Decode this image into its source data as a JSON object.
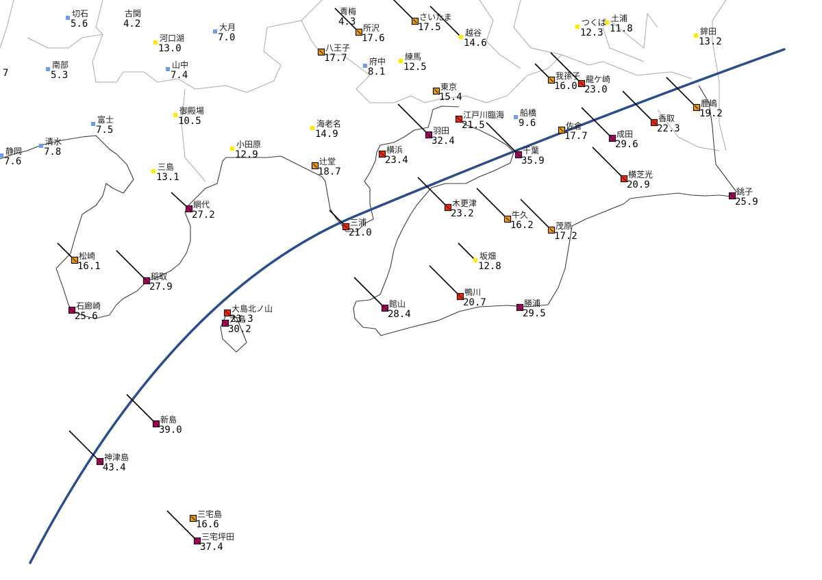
{
  "colors": {
    "band1": "#6f9bea",
    "band2": "#ffeb00",
    "band3": "#f5a000",
    "band4": "#ff2800",
    "band5": "#b40068",
    "coast": "#3a3a3a",
    "boundary": "#a8a8a8",
    "wind": "#000000",
    "track": "#2a4d8c"
  },
  "stations": [
    {
      "name": "切石",
      "value": "5.6",
      "band": 1
    },
    {
      "name": "古関",
      "value": "4.2",
      "band": 0
    },
    {
      "name": "大月",
      "value": "7.0",
      "band": 1
    },
    {
      "name": "河口湖",
      "value": "13.0",
      "band": 2
    },
    {
      "name": "南部",
      "value": "5.3",
      "band": 1
    },
    {
      "name": "山中",
      "value": "7.4",
      "band": 1
    },
    {
      "name": "",
      "value": "7",
      "band": 0
    },
    {
      "name": "富士",
      "value": "7.5",
      "band": 1
    },
    {
      "name": "御殿場",
      "value": "10.5",
      "band": 2
    },
    {
      "name": "清水",
      "value": "7.8",
      "band": 1
    },
    {
      "name": "静岡",
      "value": "7.6",
      "band": 1
    },
    {
      "name": "小田原",
      "value": "12.9",
      "band": 2
    },
    {
      "name": "三島",
      "value": "13.1",
      "band": 2
    },
    {
      "name": "網代",
      "value": "27.2",
      "band": 5
    },
    {
      "name": "松崎",
      "value": "16.1",
      "band": 3
    },
    {
      "name": "稲取",
      "value": "27.9",
      "band": 5
    },
    {
      "name": "石廊崎",
      "value": "25.6",
      "band": 5
    },
    {
      "name": "青梅",
      "value": "4.3",
      "band": 0
    },
    {
      "name": "所沢",
      "value": "17.6",
      "band": 3
    },
    {
      "name": "さいたま",
      "value": "17.5",
      "band": 3
    },
    {
      "name": "越谷",
      "value": "14.6",
      "band": 2
    },
    {
      "name": "八王子",
      "value": "17.7",
      "band": 3
    },
    {
      "name": "府中",
      "value": "8.1",
      "band": 1
    },
    {
      "name": "練馬",
      "value": "12.5",
      "band": 2
    },
    {
      "name": "東京",
      "value": "15.4",
      "band": 3
    },
    {
      "name": "海老名",
      "value": "14.9",
      "band": 2
    },
    {
      "name": "江戸川臨海",
      "value": "21.5",
      "band": 4
    },
    {
      "name": "羽田",
      "value": "32.4",
      "band": 5
    },
    {
      "name": "横浜",
      "value": "23.4",
      "band": 4
    },
    {
      "name": "辻堂",
      "value": "18.7",
      "band": 3
    },
    {
      "name": "三浦",
      "value": "21.0",
      "band": 4
    },
    {
      "name": "船橋",
      "value": "9.6",
      "band": 1
    },
    {
      "name": "千葉",
      "value": "35.9",
      "band": 5
    },
    {
      "name": "木更津",
      "value": "23.2",
      "band": 4
    },
    {
      "name": "牛久",
      "value": "16.2",
      "band": 3
    },
    {
      "name": "茂原",
      "value": "17.2",
      "band": 3
    },
    {
      "name": "坂畑",
      "value": "12.8",
      "band": 2
    },
    {
      "name": "鴨川",
      "value": "20.7",
      "band": 4
    },
    {
      "name": "館山",
      "value": "28.4",
      "band": 5
    },
    {
      "name": "勝浦",
      "value": "29.5",
      "band": 5
    },
    {
      "name": "つくば",
      "value": "12.3",
      "band": 2
    },
    {
      "name": "土浦",
      "value": "11.8",
      "band": 2
    },
    {
      "name": "鉾田",
      "value": "13.2",
      "band": 2
    },
    {
      "name": "我孫子",
      "value": "16.0",
      "band": 3
    },
    {
      "name": "龍ケ崎",
      "value": "23.0",
      "band": 4
    },
    {
      "name": "佐倉",
      "value": "17.7",
      "band": 3
    },
    {
      "name": "成田",
      "value": "29.6",
      "band": 5
    },
    {
      "name": "香取",
      "value": "22.3",
      "band": 4
    },
    {
      "name": "鹿嶋",
      "value": "19.2",
      "band": 3
    },
    {
      "name": "横芝光",
      "value": "20.9",
      "band": 4
    },
    {
      "name": "銚子",
      "value": "25.9",
      "band": 5
    },
    {
      "name": "大島北ノ山",
      "value": "23.3",
      "band": 4
    },
    {
      "name": "大島",
      "value": "30.2",
      "band": 5
    },
    {
      "name": "新島",
      "value": "39.0",
      "band": 5
    },
    {
      "name": "神津島",
      "value": "43.4",
      "band": 5
    },
    {
      "name": "三宅島",
      "value": "16.6",
      "band": 3
    },
    {
      "name": "三宅坪田",
      "value": "37.4",
      "band": 5
    }
  ]
}
